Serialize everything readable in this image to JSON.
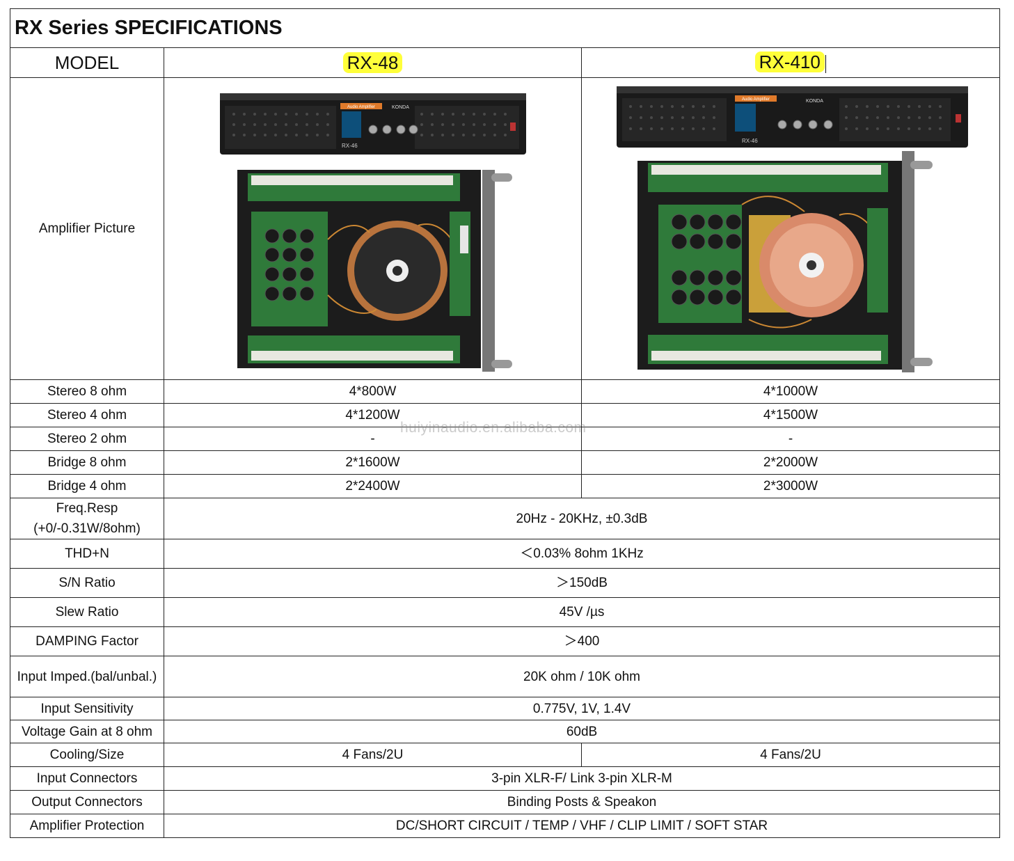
{
  "title": "RX Series SPECIFICATIONS",
  "header": {
    "label": "MODEL",
    "models": [
      "RX-48",
      "RX-410"
    ]
  },
  "picture_row": {
    "label": "Amplifier Picture",
    "images": [
      {
        "badge": "Audio Amplifier",
        "brand": "KONDA",
        "model_text": "RX-46"
      },
      {
        "badge": "Audio Amplifier",
        "brand": "KONDA",
        "model_text": "RX-46"
      }
    ]
  },
  "rows": [
    {
      "label": "Stereo 8 ohm",
      "values": [
        "4*800W",
        "4*1000W"
      ]
    },
    {
      "label": "Stereo 4 ohm",
      "values": [
        "4*1200W",
        "4*1500W"
      ]
    },
    {
      "label": "Stereo 2 ohm",
      "values": [
        "-",
        "-"
      ]
    },
    {
      "label": "Bridge 8 ohm",
      "values": [
        "2*1600W",
        "2*2000W"
      ]
    },
    {
      "label": "Bridge 4 ohm",
      "values": [
        "2*2400W",
        "2*3000W"
      ]
    },
    {
      "label": "Freq.Resp (+0/-0.31W/8ohm)",
      "value": "20Hz - 20KHz, ±0.3dB"
    },
    {
      "label": "THD+N",
      "value": "＜0.03% 8ohm 1KHz"
    },
    {
      "label": "S/N Ratio",
      "value": "＞150dB"
    },
    {
      "label": "Slew Ratio",
      "value": "45V /µs"
    },
    {
      "label": "DAMPING Factor",
      "value": "＞400"
    },
    {
      "label": "Input Imped.(bal/unbal.)",
      "value": "20K ohm / 10K ohm"
    },
    {
      "label": "Input Sensitivity",
      "value": "0.775V, 1V, 1.4V"
    },
    {
      "label": "Voltage Gain at 8 ohm",
      "value": "60dB"
    },
    {
      "label": "Cooling/Size",
      "values": [
        "4 Fans/2U",
        "4 Fans/2U"
      ]
    },
    {
      "label": "Input Connectors",
      "value": "3-pin XLR-F/ Link 3-pin XLR-M"
    },
    {
      "label": "Output Connectors",
      "value": "Binding Posts & Speakon"
    },
    {
      "label": "Amplifier Protection",
      "value": "DC/SHORT CIRCUIT / TEMP / VHF / CLIP LIMIT / SOFT STAR"
    }
  ],
  "watermark": "huiyinaudio.en.alibaba.com",
  "colors": {
    "highlight": "#ffff3a",
    "chassis": "#1c1c1c",
    "board": "#2f7a3a",
    "toroid_rx48": "#2a2a2a",
    "toroid_rx410": "#d98a6a"
  }
}
